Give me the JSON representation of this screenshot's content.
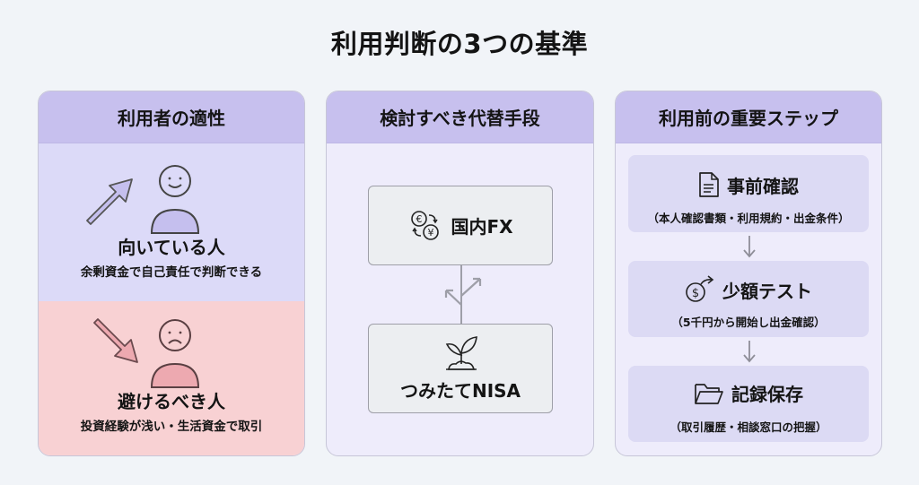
{
  "title": "利用判断の3つの基準",
  "colors": {
    "background": "#f1f4f8",
    "panel_header": "#c7c0ee",
    "panel_body": "#eeecfb",
    "suitable_bg": "#dcdaf8",
    "unsuitable_bg": "#f8d1d3",
    "alt_box_bg": "#eceef1",
    "step_bg": "#dcdaf4",
    "text": "#141414"
  },
  "panels": [
    {
      "header": "利用者の適性",
      "sections": [
        {
          "icon": "arrow-up-right-icon",
          "face_icon": "smiling-person-icon",
          "label": "向いている人",
          "description": "余剰資金で自己責任で判断できる"
        },
        {
          "icon": "arrow-down-right-icon",
          "face_icon": "frowning-person-icon",
          "label": "避けるべき人",
          "description": "投資経験が浅い・生活資金で取引"
        }
      ]
    },
    {
      "header": "検討すべき代替手段",
      "alternatives": [
        {
          "icon": "currency-exchange-icon",
          "label": "国内FX"
        },
        {
          "icon": "sprout-icon",
          "label": "つみたてNISA"
        }
      ],
      "connector_icon": "branch-arrows-icon"
    },
    {
      "header": "利用前の重要ステップ",
      "steps": [
        {
          "icon": "document-icon",
          "title": "事前確認",
          "description": "（本人確認書類・利用規約・出金条件）"
        },
        {
          "icon": "money-transfer-icon",
          "title": "少額テスト",
          "description": "（5千円から開始し出金確認）"
        },
        {
          "icon": "folder-icon",
          "title": "記録保存",
          "description": "（取引履歴・相談窓口の把握）"
        }
      ]
    }
  ]
}
